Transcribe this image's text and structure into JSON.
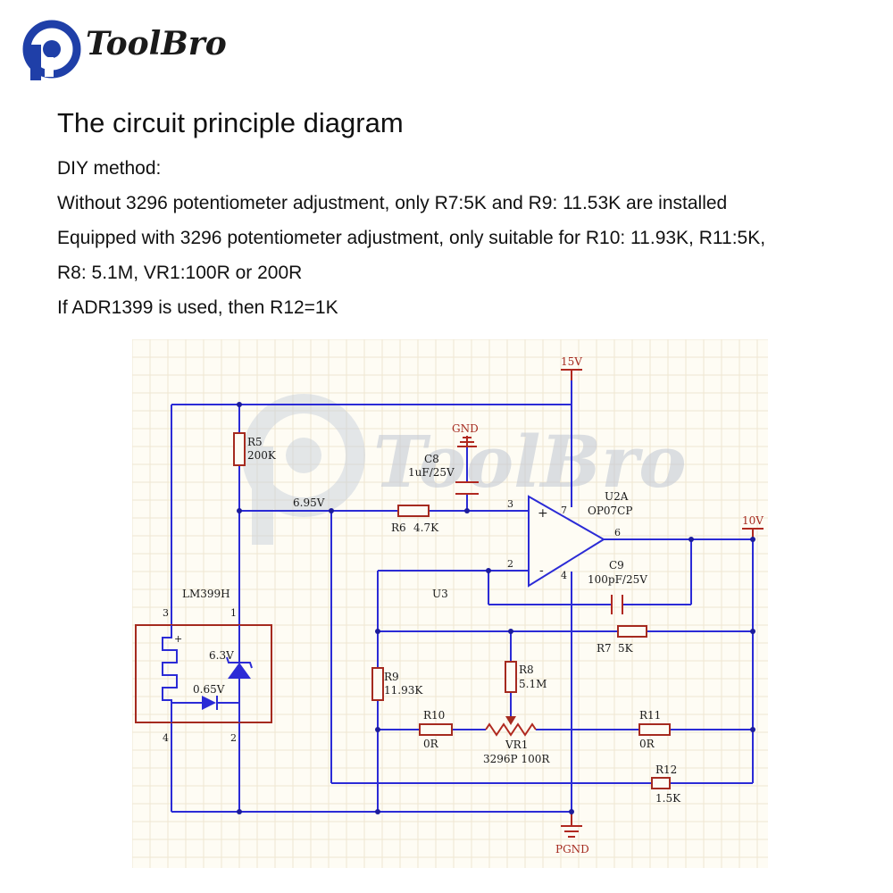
{
  "header": {
    "brand_name": "ToolBro",
    "logo_icon": "toolbro-logo-icon",
    "logo_color": "#1f3fa8"
  },
  "content": {
    "title": "The circuit principle diagram",
    "lines": [
      "DIY method:",
      "Without 3296 potentiometer adjustment, only R7:5K and R9: 11.53K are installed",
      "Equipped with 3296 potentiometer adjustment, only suitable for R10: 11.93K, R11:5K,",
      "R8: 5.1M, VR1:100R or 200R",
      "If ADR1399 is used, then R12=1K"
    ]
  },
  "schematic": {
    "watermark_text": "ToolBro",
    "power": {
      "v15": "15V",
      "v10": "10V",
      "gnd": "GND",
      "pgnd": "PGND"
    },
    "net_label_695": "6.95V",
    "components": {
      "r5": {
        "ref": "R5",
        "value": "200K"
      },
      "r6": {
        "ref": "R6",
        "value": "4.7K"
      },
      "c8": {
        "ref": "C8",
        "value": "1uF/25V"
      },
      "u2a": {
        "ref": "U2A",
        "value": "OP07CP"
      },
      "c9": {
        "ref": "C9",
        "value": "100pF/25V"
      },
      "u3": {
        "ref": "U3"
      },
      "lm399": {
        "ref": "LM399H",
        "zener": "6.3V",
        "diode": "0.65V"
      },
      "r7": {
        "ref": "R7",
        "value": "5K"
      },
      "r8": {
        "ref": "R8",
        "value": "5.1M"
      },
      "r9": {
        "ref": "R9",
        "value": "11.93K"
      },
      "r10": {
        "ref": "R10",
        "value": "0R"
      },
      "vr1": {
        "ref": "VR1",
        "value": "3296P 100R"
      },
      "r11": {
        "ref": "R11",
        "value": "0R"
      },
      "r12": {
        "ref": "R12",
        "value": "1.5K"
      }
    },
    "pins": {
      "opamp_in_plus": "3",
      "opamp_in_minus": "2",
      "opamp_out": "6",
      "opamp_vplus": "7",
      "opamp_vminus": "4",
      "opamp_plus_sign": "+",
      "opamp_minus_sign": "-",
      "lm_pin3": "3",
      "lm_pin1": "1",
      "lm_pin4": "4",
      "lm_pin2": "2",
      "heater_plus": "+"
    }
  }
}
